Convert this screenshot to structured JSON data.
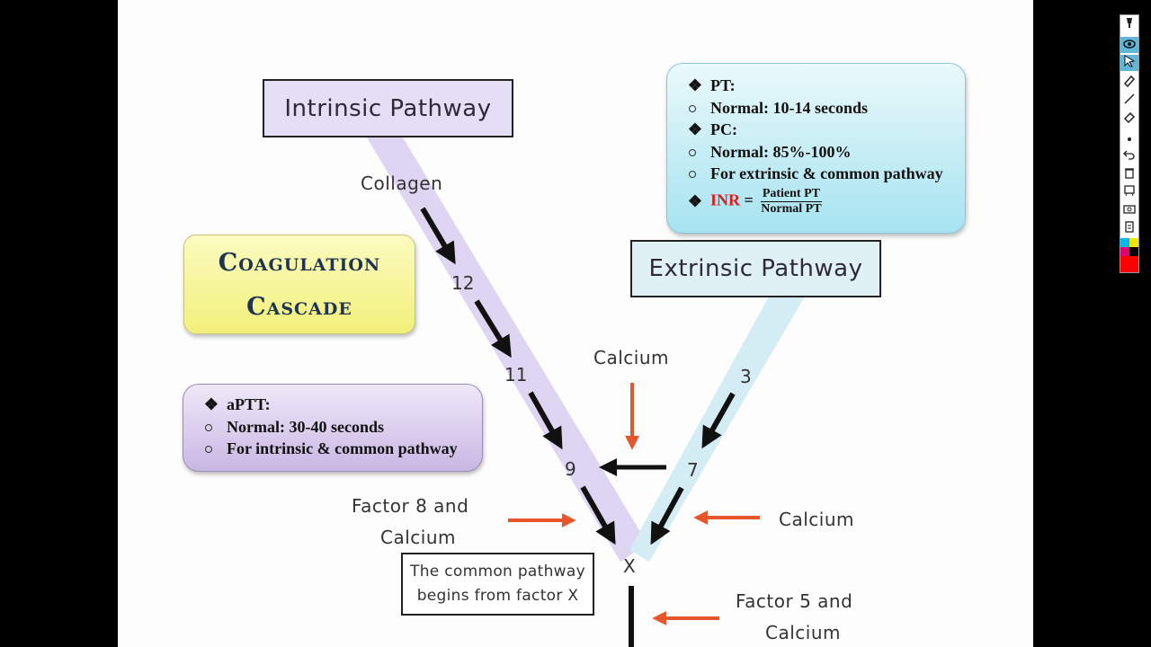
{
  "diagram": {
    "title": "Coagulation Cascade",
    "title_line1": "Coagulation",
    "title_line2": "Cascade",
    "intrinsic_pathway": "Intrinsic Pathway",
    "extrinsic_pathway": "Extrinsic Pathway",
    "labels": {
      "collagen": "Collagen",
      "f12": "12",
      "f11": "11",
      "f9": "9",
      "f3": "3",
      "f7": "7",
      "fx": "X",
      "calcium_top": "Calcium",
      "calcium_right": "Calcium",
      "factor8_line1": "Factor 8 and",
      "factor8_line2": "Calcium",
      "factor5_line1": "Factor 5 and",
      "factor5_line2": "Calcium"
    },
    "common_box": {
      "line1": "The common pathway",
      "line2": "begins from factor X"
    },
    "pt_box": {
      "pt_heading": "PT:",
      "pt_normal": "Normal: 10-14 seconds",
      "pc_heading": "PC:",
      "pc_normal": "Normal: 85%-100%",
      "pc_note": "For extrinsic & common pathway",
      "inr_label": "INR",
      "inr_equals": "=",
      "inr_numerator": "Patient PT",
      "inr_denominator": "Normal PT",
      "bullet": "❖"
    },
    "aptt_box": {
      "heading": "aPTT:",
      "normal": "Normal: 30-40 seconds",
      "note": "For intrinsic & common pathway"
    },
    "colors": {
      "intrinsic_band": "#ddd5f2",
      "extrinsic_band": "#d4edf5",
      "arrow": "#111111",
      "orange_arrow": "#e8552a",
      "inr_red": "#e01b1b"
    }
  },
  "toolbar": {
    "tools": [
      "pen-icon",
      "eye-icon",
      "pointer-icon",
      "highlighter-icon",
      "line-icon",
      "eraser-icon",
      "dot-icon",
      "undo-icon",
      "trash-icon",
      "whiteboard-icon",
      "camera-icon",
      "clipboard-icon"
    ],
    "swatches": [
      "#00b7f0",
      "#f5e600",
      "#e0006f",
      "#000000",
      "#ff0000"
    ]
  }
}
